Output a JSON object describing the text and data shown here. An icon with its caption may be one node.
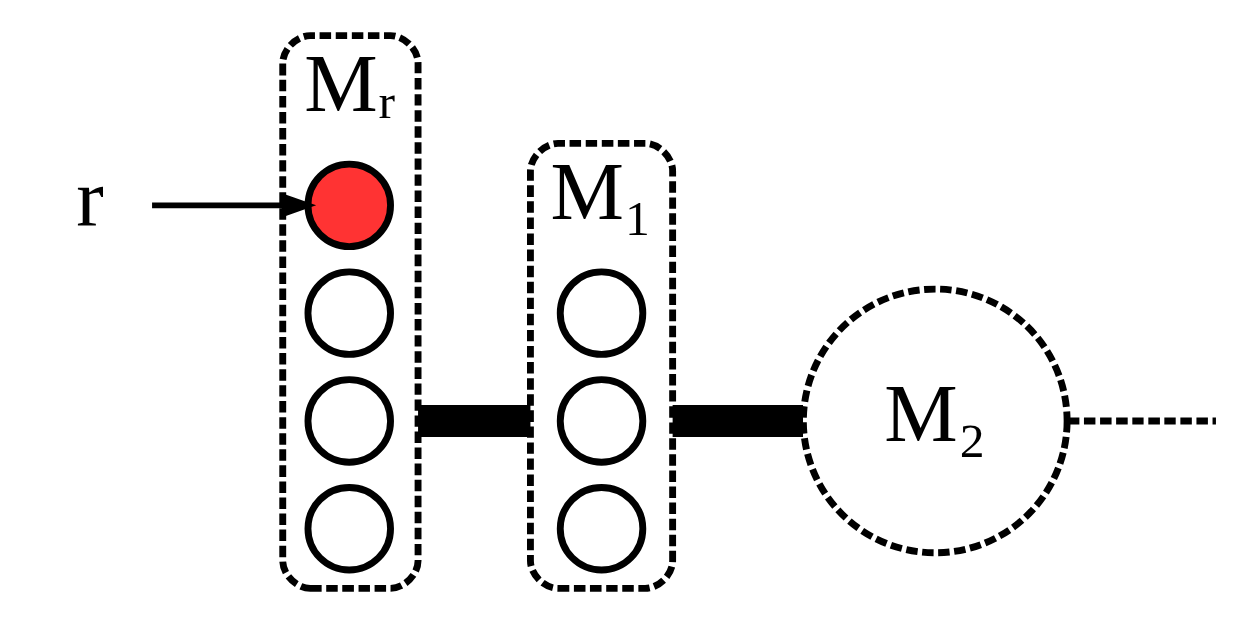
{
  "diagram": {
    "nodes": [
      {
        "text": [
          "Mᵣ"
        ]
      },
      {
        "text": [],
        "shape": "circle",
        "in": 0
      },
      {
        "text": [],
        "shape": "circle",
        "in": 0
      },
      {
        "text": [],
        "shape": "circle",
        "in": 0
      },
      {
        "text": [],
        "shape": "circle",
        "in": 0
      },
      {
        "text": [
          "r"
        ]
      },
      {
        "text": [
          "M₁"
        ]
      },
      {
        "text": [],
        "shape": "circle",
        "in": 6
      },
      {
        "text": [],
        "shape": "circle",
        "in": 6
      },
      {
        "text": [],
        "shape": "circle",
        "in": 6
      },
      {
        "text": [
          "M₂"
        ]
      }
    ],
    "edges": [
      {
        "from": 5,
        "to": 1,
        "arrow": "to"
      },
      {
        "from": 0,
        "to": 6,
        "arrow": "none",
        "style": "thick"
      },
      {
        "from": 6,
        "to": 10,
        "arrow": "none",
        "style": "thick"
      },
      {
        "from": 10,
        "to": null,
        "arrow": "none",
        "style": "dashed"
      }
    ]
  }
}
